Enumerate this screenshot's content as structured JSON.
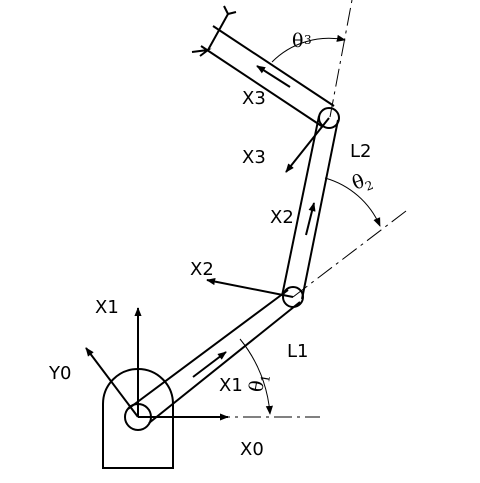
{
  "labels": {
    "x0": "X0",
    "y0": "Y0",
    "x1_vertical": "X1",
    "x1_link": "X1",
    "x2_vertical": "X2",
    "x2_link": "X2",
    "x3_mid": "X3",
    "x3_link": "X3",
    "l1": "L1",
    "l2": "L2"
  },
  "angles": {
    "theta1": {
      "symbol": "θ",
      "sub": "1"
    },
    "theta2": {
      "symbol": "θ",
      "sub": "2"
    },
    "theta3": {
      "symbol": "θ",
      "sub": "3"
    }
  }
}
